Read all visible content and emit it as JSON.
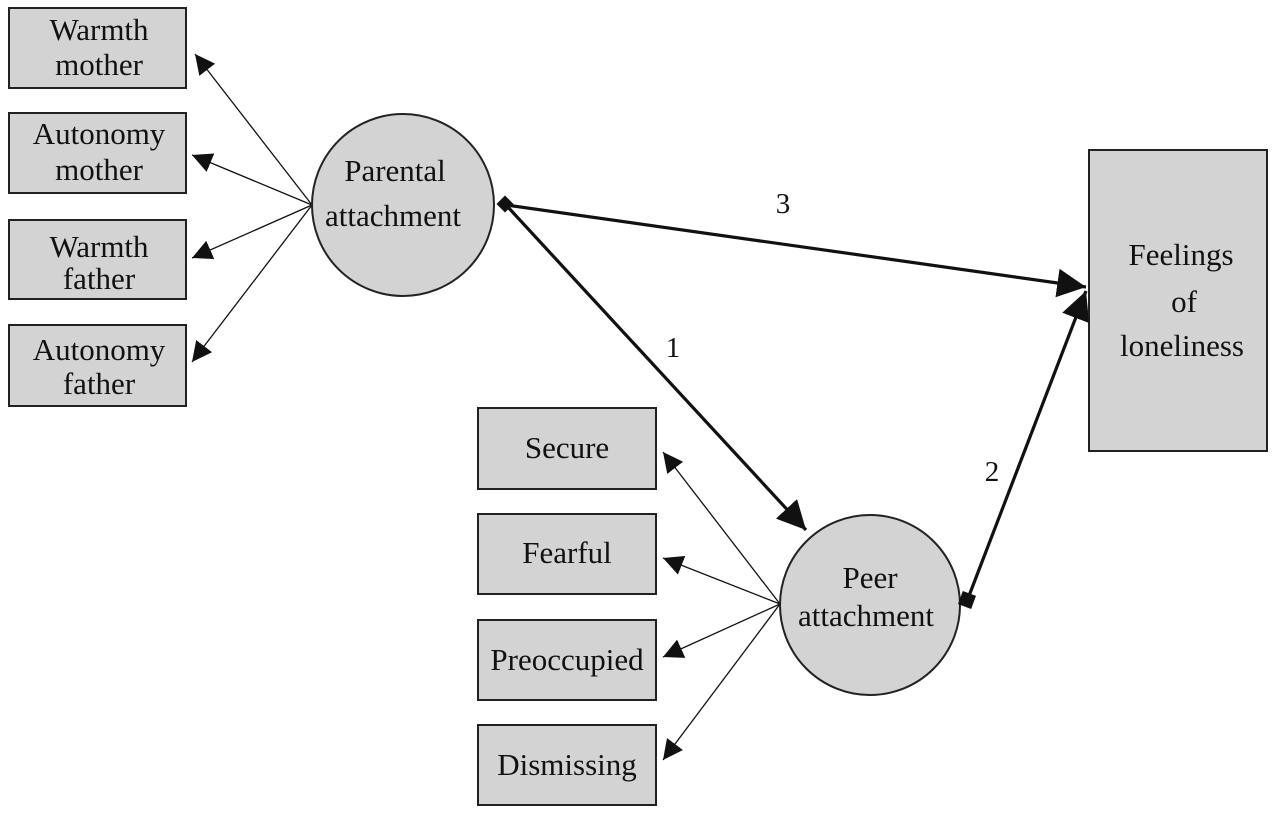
{
  "colors": {
    "node_fill": "#d3d3d3",
    "stroke": "#222222",
    "background": "#ffffff"
  },
  "latent": {
    "parental": {
      "line1": "Parental",
      "line2": "attachment"
    },
    "peer": {
      "line1": "Peer",
      "line2": "attachment"
    }
  },
  "parental_indicators": [
    {
      "line1": "Warmth",
      "line2": "mother"
    },
    {
      "line1": "Autonomy",
      "line2": "mother"
    },
    {
      "line1": "Warmth",
      "line2": "father"
    },
    {
      "line1": "Autonomy",
      "line2": "father"
    }
  ],
  "peer_indicators": [
    {
      "label": "Secure"
    },
    {
      "label": "Fearful"
    },
    {
      "label": "Preoccupied"
    },
    {
      "label": "Dismissing"
    }
  ],
  "outcome": {
    "line1": "Feelings",
    "line2": "of",
    "line3": "loneliness"
  },
  "paths": {
    "p1": "1",
    "p2": "2",
    "p3": "3"
  }
}
